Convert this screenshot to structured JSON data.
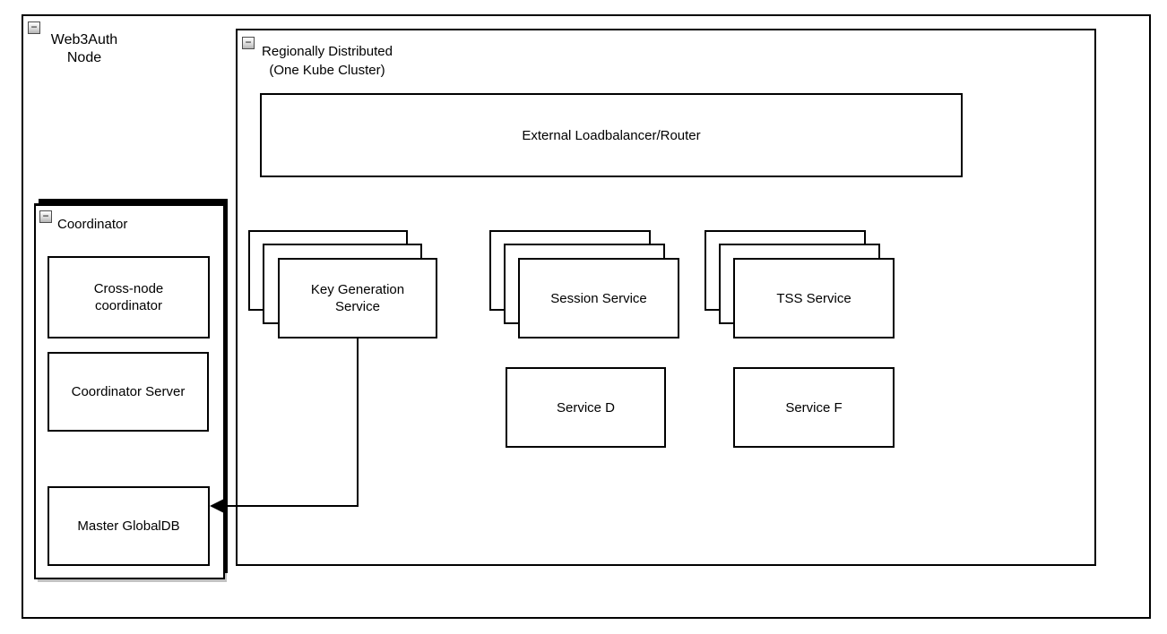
{
  "web3auth_node": {
    "title_line1": "Web3Auth",
    "title_line2": "Node",
    "collapse_glyph": "−"
  },
  "regionally_distributed": {
    "title_line1": "Regionally Distributed",
    "title_line2": "(One Kube Cluster)",
    "collapse_glyph": "−",
    "loadbalancer_label": "External Loadbalancer/Router",
    "key_generation_service": {
      "line1": "Key Generation",
      "line2": "Service"
    },
    "session_service_label": "Session Service",
    "tss_service_label": "TSS Service",
    "service_d_label": "Service D",
    "service_f_label": "Service F"
  },
  "coordinator": {
    "title": "Coordinator",
    "collapse_glyph": "−",
    "cross_node_line1": "Cross-node",
    "cross_node_line2": "coordinator",
    "coordinator_server_label": "Coordinator Server",
    "master_globaldb_label": "Master GlobalDB"
  },
  "connections": [
    {
      "from": "Key Generation Service",
      "to": "Master GlobalDB",
      "style": "orthogonal",
      "arrowhead": "filled-triangle-left"
    }
  ],
  "colors": {
    "stroke": "#000000",
    "fill": "#ffffff",
    "background": "#ffffff",
    "shadow": "#c2c2c2",
    "collapse_button_border": "#4d4d4d"
  }
}
